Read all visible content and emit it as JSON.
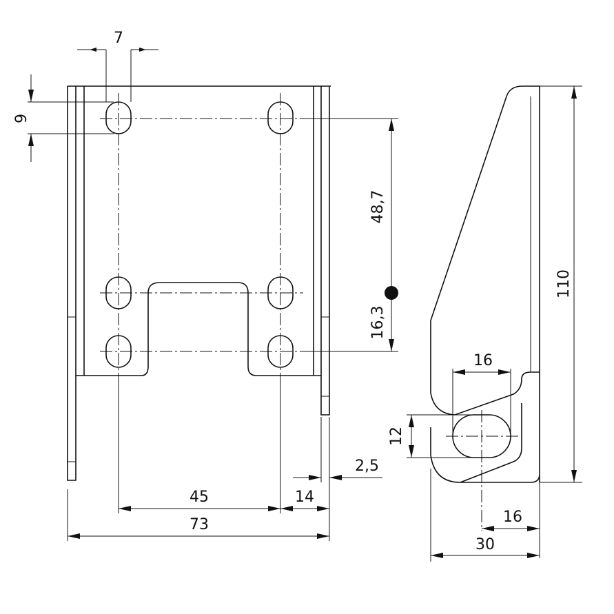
{
  "dimensions": {
    "hole_width": "7",
    "hole_height": "9",
    "vertical_spacing_upper": "48,7",
    "vertical_spacing_lower": "16,3",
    "hole_spacing_horizontal": "45",
    "edge_to_hole": "14",
    "thickness": "2,5",
    "overall_width": "73",
    "side_slot_length": "16",
    "side_slot_height": "12",
    "side_offset": "16",
    "side_depth": "30",
    "overall_height": "110"
  }
}
